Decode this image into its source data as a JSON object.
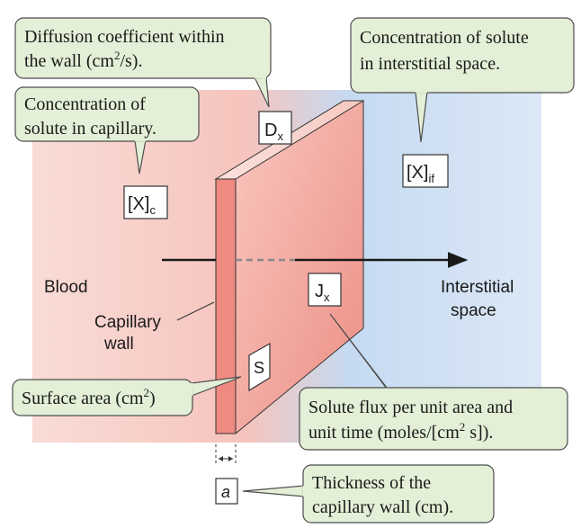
{
  "callouts": {
    "diffusion": {
      "line1": "Diffusion coefficient within",
      "line2": "the wall (cm",
      "sup": "2",
      "line2_end": "/s)."
    },
    "interstitial_conc": {
      "line1": "Concentration of solute",
      "line2": "in interstitial space."
    },
    "capillary_conc": {
      "line1": "Concentration of",
      "line2": "solute in capillary."
    },
    "surface_area": {
      "text": "Surface area (cm",
      "sup": "2",
      "end": ")"
    },
    "flux": {
      "line1": "Solute flux per unit area and",
      "line2_start": "unit time (moles/[cm",
      "sup": "2",
      "line2_end": " s])."
    },
    "thickness": {
      "line1": "Thickness of the",
      "line2": "capillary wall (cm)."
    }
  },
  "symbols": {
    "dx_main": "D",
    "dx_sub": "x",
    "xc_main": "[X]",
    "xc_sub": "c",
    "xif_main": "[X]",
    "xif_sub": "if",
    "jx_main": "J",
    "jx_sub": "x",
    "s": "S",
    "a": "a"
  },
  "labels": {
    "blood": "Blood",
    "capillary_wall_1": "Capillary",
    "capillary_wall_2": "wall",
    "interstitial_1": "Interstitial",
    "interstitial_2": "space"
  },
  "colors": {
    "callout_fill": "#e3efd6",
    "callout_stroke": "#4d4d4d",
    "blood_region": "#f8d2cc",
    "interstitial_region": "#cfe0f2",
    "wall_face": "#f08a80"
  }
}
